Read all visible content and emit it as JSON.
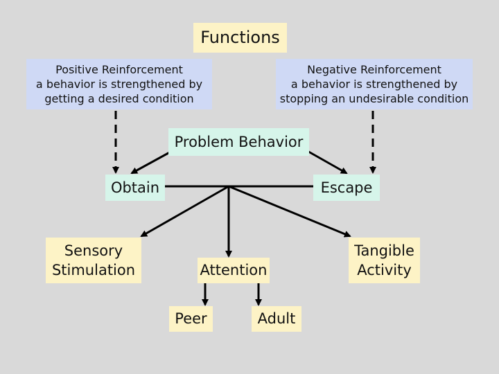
{
  "title": "Functions",
  "positive": {
    "heading": "Positive Reinforcement",
    "line1": "a behavior is strengthened by",
    "line2": "getting a desired condition"
  },
  "negative": {
    "heading": "Negative Reinforcement",
    "line1": "a behavior is strengthened by",
    "line2": "stopping an undesirable condition"
  },
  "problem": "Problem Behavior",
  "obtain": "Obtain",
  "escape": "Escape",
  "sensory": {
    "line1": "Sensory",
    "line2": "Stimulation"
  },
  "attention": "Attention",
  "tangible": {
    "line1": "Tangible",
    "line2": "Activity"
  },
  "peer": "Peer",
  "adult": "Adult",
  "colors": {
    "background": "#d9d9d9",
    "yellow_box": "#fdf3c6",
    "blue_box": "#cfd9f5",
    "mint_box": "#d6f5ea",
    "line": "#000000"
  }
}
